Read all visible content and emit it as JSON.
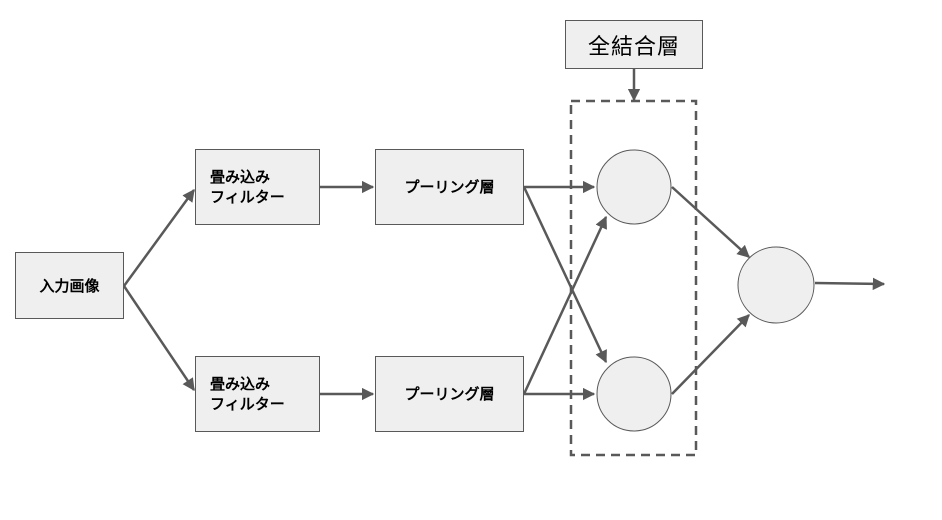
{
  "nodes": {
    "input_image": "入力画像",
    "conv_filter_top": "畳み込み\nフィルター",
    "conv_filter_bottom": "畳み込み\nフィルター",
    "pooling_top": "プーリング層",
    "pooling_bottom": "プーリング層",
    "fully_connected": "全結合層"
  },
  "colors": {
    "box_fill": "#efefef",
    "box_border": "#595959",
    "arrow": "#595959",
    "circle_fill": "#efefef",
    "dashed_border": "#595959"
  }
}
